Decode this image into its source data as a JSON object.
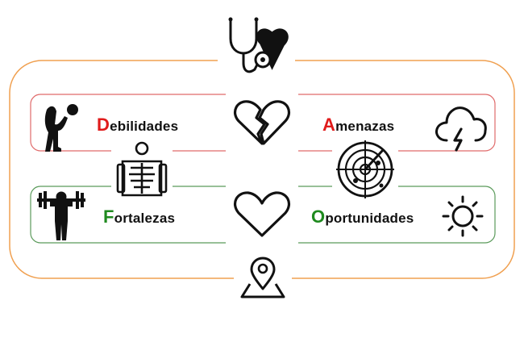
{
  "colors": {
    "outer_frame": "#f0a050",
    "weakness_threat_frame": "#e06a6a",
    "strength_opportunity_frame": "#5a9a5a",
    "red_letter": "#e01b1b",
    "green_letter": "#1f8a1f",
    "ink": "#111111"
  },
  "quadrants": {
    "debilidades": {
      "initial": "D",
      "rest": "ebilidades",
      "icon": "bent-person-icon"
    },
    "amenazas": {
      "initial": "A",
      "rest": "menazas",
      "icon": "storm-cloud-icon"
    },
    "fortalezas": {
      "initial": "F",
      "rest": "ortalezas",
      "icon": "strongman-icon"
    },
    "oportunidades": {
      "initial": "O",
      "rest": "portunidades",
      "icon": "sun-icon"
    }
  },
  "icons": {
    "top": "stethoscope-heart-icon",
    "bottom": "map-pin-icon",
    "left_middle": "xray-icon",
    "right_middle": "radar-icon",
    "center_top": "broken-heart-icon",
    "center_bottom": "heart-icon"
  }
}
